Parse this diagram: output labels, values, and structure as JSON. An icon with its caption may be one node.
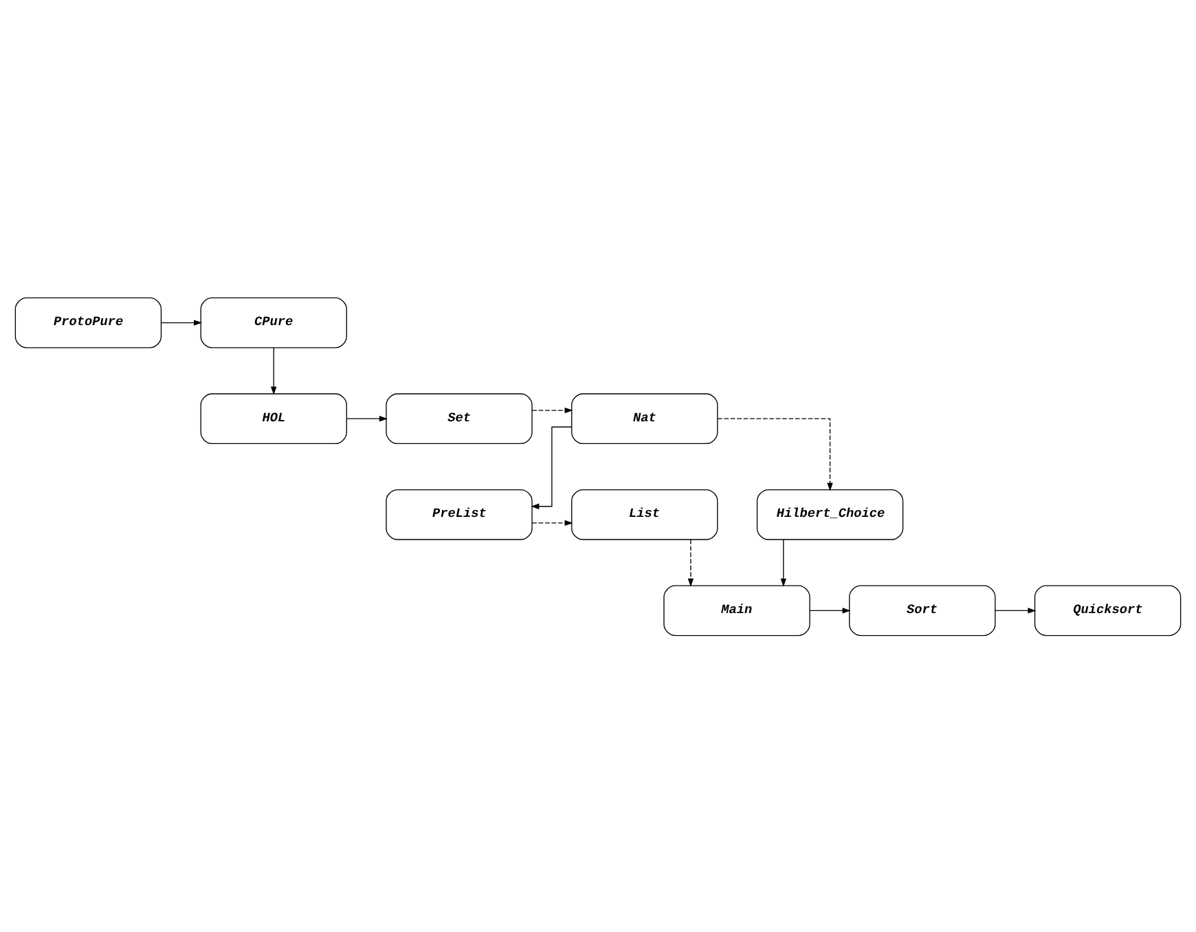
{
  "diagram": {
    "nodes": [
      {
        "text": [
          "CPure"
        ]
      },
      {
        "text": [
          "ProtoPure"
        ]
      },
      {
        "text": [
          "HOL"
        ]
      },
      {
        "text": [
          "Set"
        ]
      },
      {
        "text": [
          "Nat"
        ]
      },
      {
        "text": [
          "PreList"
        ]
      },
      {
        "text": [
          "List"
        ]
      },
      {
        "text": [
          "Hilbert_Choice"
        ]
      },
      {
        "text": [
          "Quicksort"
        ]
      },
      {
        "text": [
          "Sort"
        ]
      },
      {
        "text": [
          "Main"
        ]
      }
    ],
    "edges": [
      {
        "from": 1,
        "to": 0,
        "arrow": "to"
      },
      {
        "from": 0,
        "to": 2,
        "arrow": "to"
      },
      {
        "from": 2,
        "to": 3,
        "arrow": "to"
      },
      {
        "from": 3,
        "to": 4,
        "arrow": "to",
        "style": "dashed"
      },
      {
        "from": 4,
        "to": 5,
        "arrow": "to"
      },
      {
        "from": 4,
        "to": 7,
        "arrow": "to",
        "style": "dashed"
      },
      {
        "from": 5,
        "to": 6,
        "arrow": "to",
        "style": "dashed"
      },
      {
        "from": 7,
        "to": 10,
        "arrow": "to"
      },
      {
        "from": 6,
        "to": 10,
        "arrow": "to",
        "style": "dashed"
      },
      {
        "from": 10,
        "to": 9,
        "arrow": "to"
      },
      {
        "from": 9,
        "to": 8,
        "arrow": "to"
      }
    ]
  }
}
